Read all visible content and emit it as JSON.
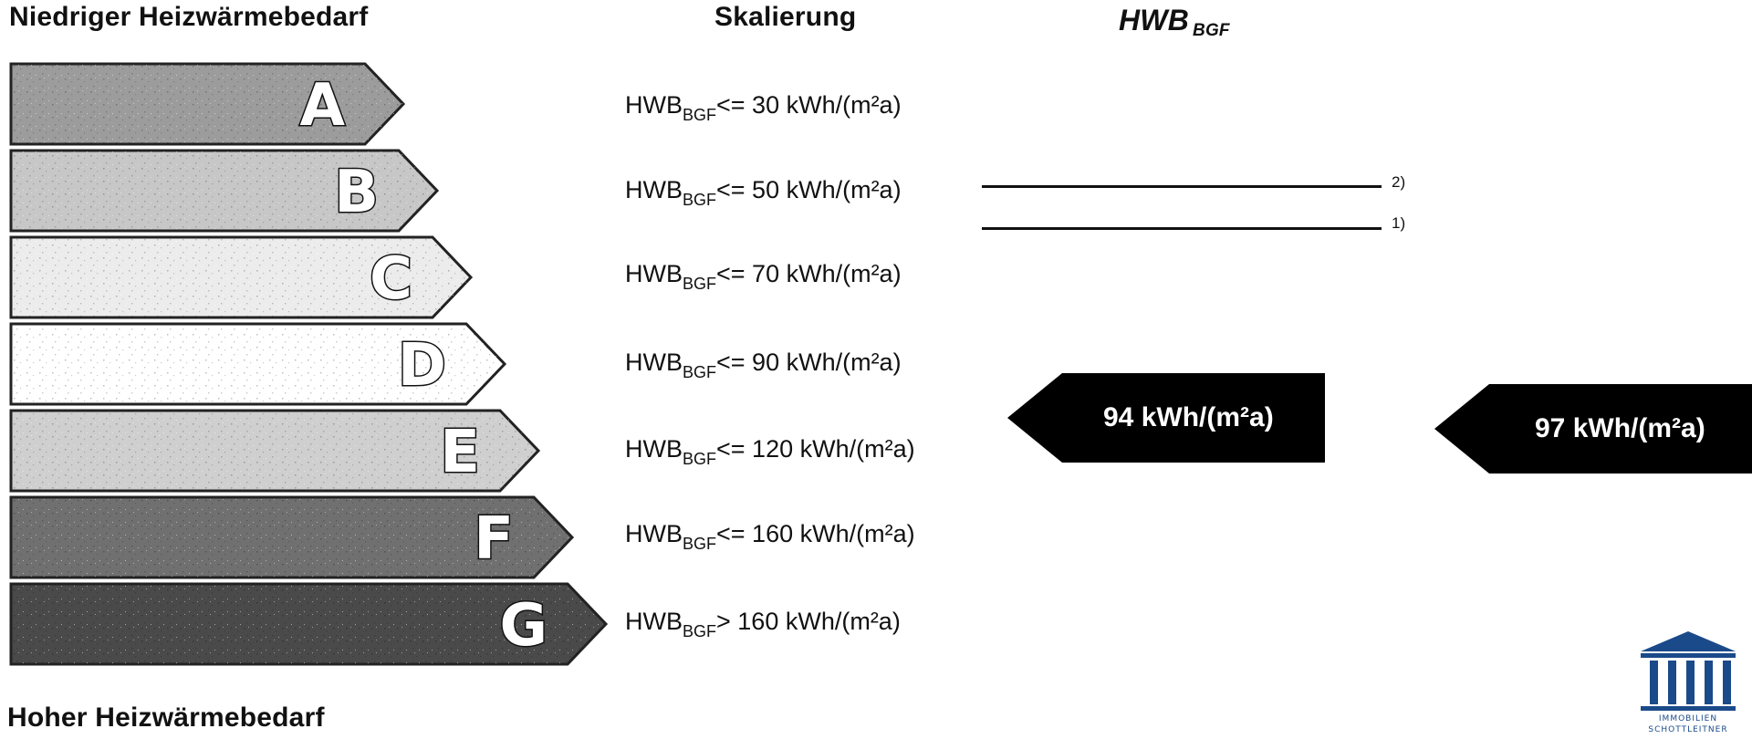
{
  "headers": {
    "top": "Niedriger Heizwärmebedarf",
    "scale": "Skalierung",
    "hwb_main": "HWB",
    "hwb_sub": "BGF",
    "bottom": "Hoher Heizwärmebedarf"
  },
  "classes": [
    {
      "letter": "A",
      "color": "#9c9c9c"
    },
    {
      "letter": "B",
      "color": "#c7c7c7"
    },
    {
      "letter": "C",
      "color": "#ececec"
    },
    {
      "letter": "D",
      "color": "#ffffff"
    },
    {
      "letter": "E",
      "color": "#cfcfcf"
    },
    {
      "letter": "F",
      "color": "#707070"
    },
    {
      "letter": "G",
      "color": "#4a4a4a"
    }
  ],
  "scale": [
    {
      "prefix": "HWB",
      "sub": "BGF",
      "rest": "<= 30 kWh/(m²a)"
    },
    {
      "prefix": "HWB",
      "sub": "BGF",
      "rest": "<= 50 kWh/(m²a)"
    },
    {
      "prefix": "HWB",
      "sub": "BGF",
      "rest": "<= 70 kWh/(m²a)"
    },
    {
      "prefix": "HWB",
      "sub": "BGF",
      "rest": "<= 90 kWh/(m²a)"
    },
    {
      "prefix": "HWB",
      "sub": "BGF",
      "rest": "<= 120 kWh/(m²a)"
    },
    {
      "prefix": "HWB",
      "sub": "BGF",
      "rest": "<= 160 kWh/(m²a)"
    },
    {
      "prefix": "HWB",
      "sub": "BGF",
      "rest": "> 160 kWh/(m²a)"
    }
  ],
  "reference_lines": [
    {
      "note": "2)"
    },
    {
      "note": "1)"
    }
  ],
  "values": [
    {
      "label": "94 kWh/(m²a)",
      "color": "#000000"
    },
    {
      "label": "97 kWh/(m²a)",
      "color": "#000000"
    }
  ],
  "logo": {
    "line1": "IMMOBILIEN",
    "line2": "SCHOTTLEITNER",
    "color": "#1b4a8a"
  }
}
